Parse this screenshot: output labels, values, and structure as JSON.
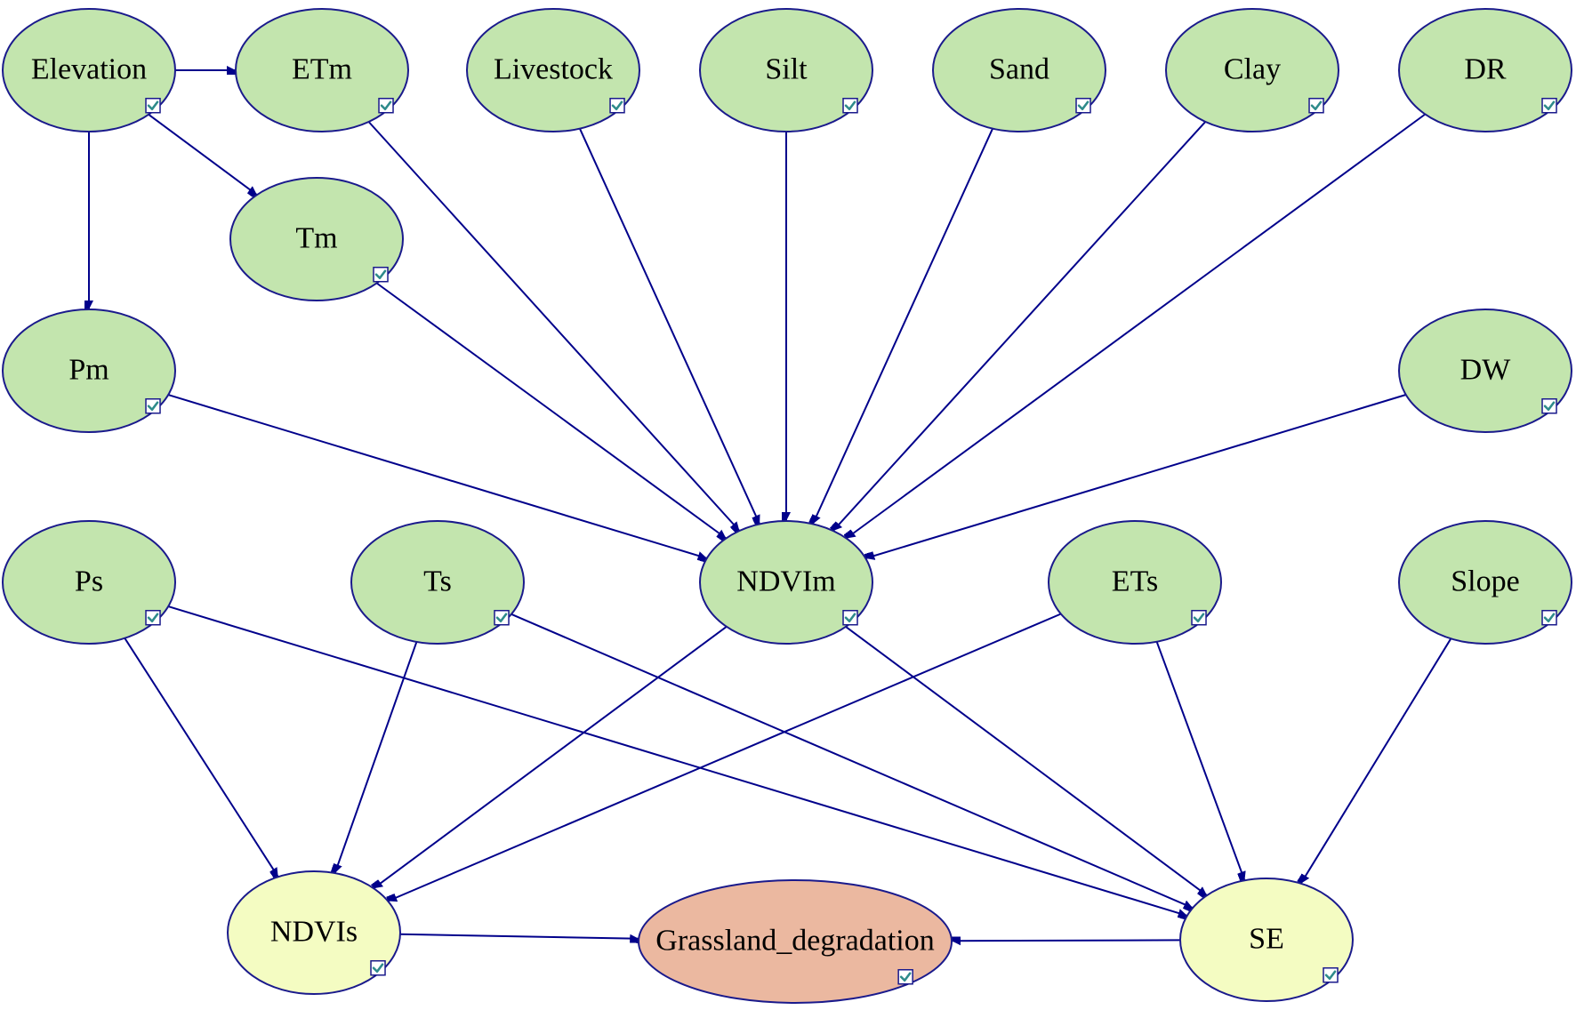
{
  "colors": {
    "input_node": "#c3e5ae",
    "intermediate_node": "#f4fcc2",
    "target_node": "#ebb8a0",
    "edge": "#00008b",
    "node_border": "#1a1a8c",
    "check": "#2e8b8b"
  },
  "icon": "checkbox-checked-icon",
  "nodes": [
    {
      "id": "Elevation",
      "label": "Elevation",
      "role": "input_node"
    },
    {
      "id": "ETm",
      "label": "ETm",
      "role": "input_node"
    },
    {
      "id": "Livestock",
      "label": "Livestock",
      "role": "input_node"
    },
    {
      "id": "Silt",
      "label": "Silt",
      "role": "input_node"
    },
    {
      "id": "Sand",
      "label": "Sand",
      "role": "input_node"
    },
    {
      "id": "Clay",
      "label": "Clay",
      "role": "input_node"
    },
    {
      "id": "DR",
      "label": "DR",
      "role": "input_node"
    },
    {
      "id": "Tm",
      "label": "Tm",
      "role": "input_node"
    },
    {
      "id": "Pm",
      "label": "Pm",
      "role": "input_node"
    },
    {
      "id": "DW",
      "label": "DW",
      "role": "input_node"
    },
    {
      "id": "Ps",
      "label": "Ps",
      "role": "input_node"
    },
    {
      "id": "Ts",
      "label": "Ts",
      "role": "input_node"
    },
    {
      "id": "NDVIm",
      "label": "NDVIm",
      "role": "input_node"
    },
    {
      "id": "ETs",
      "label": "ETs",
      "role": "input_node"
    },
    {
      "id": "Slope",
      "label": "Slope",
      "role": "input_node"
    },
    {
      "id": "NDVIs",
      "label": "NDVIs",
      "role": "intermediate_node"
    },
    {
      "id": "Grassland_degradation",
      "label": "Grassland_degradation",
      "role": "target_node"
    },
    {
      "id": "SE",
      "label": "SE",
      "role": "intermediate_node"
    }
  ],
  "edges": [
    {
      "from": "Elevation",
      "to": "ETm"
    },
    {
      "from": "Elevation",
      "to": "Tm"
    },
    {
      "from": "Elevation",
      "to": "Pm"
    },
    {
      "from": "ETm",
      "to": "NDVIm"
    },
    {
      "from": "Livestock",
      "to": "NDVIm"
    },
    {
      "from": "Silt",
      "to": "NDVIm"
    },
    {
      "from": "Sand",
      "to": "NDVIm"
    },
    {
      "from": "Clay",
      "to": "NDVIm"
    },
    {
      "from": "DR",
      "to": "NDVIm"
    },
    {
      "from": "Tm",
      "to": "NDVIm"
    },
    {
      "from": "Pm",
      "to": "NDVIm"
    },
    {
      "from": "DW",
      "to": "NDVIm"
    },
    {
      "from": "Ps",
      "to": "NDVIs"
    },
    {
      "from": "Ps",
      "to": "SE"
    },
    {
      "from": "Ts",
      "to": "NDVIs"
    },
    {
      "from": "Ts",
      "to": "SE"
    },
    {
      "from": "NDVIm",
      "to": "NDVIs"
    },
    {
      "from": "NDVIm",
      "to": "SE"
    },
    {
      "from": "ETs",
      "to": "NDVIs"
    },
    {
      "from": "ETs",
      "to": "SE"
    },
    {
      "from": "Slope",
      "to": "SE"
    },
    {
      "from": "NDVIs",
      "to": "Grassland_degradation"
    },
    {
      "from": "SE",
      "to": "Grassland_degradation"
    }
  ]
}
